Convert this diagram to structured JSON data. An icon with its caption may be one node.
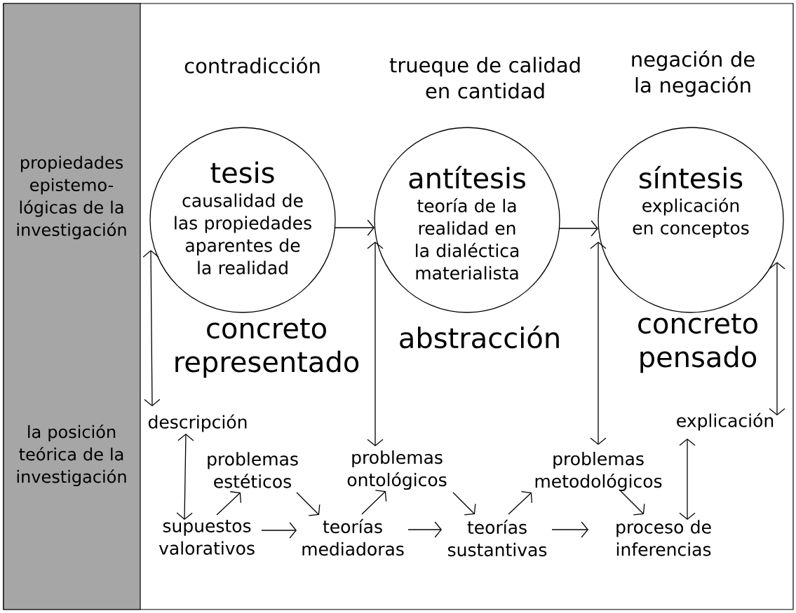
{
  "diagram": {
    "nodes": [
      {
        "text": [
          "propiedades epistemo- lógicas de la investigación",
          "la posición teórica de la investigación"
        ]
      },
      {
        "text": [
          "tesis",
          "causalidad de las propiedades aparentes de la realidad"
        ]
      },
      {
        "text": [
          "antítesis",
          "teoría de la realidad en la dialéctica materialista"
        ]
      },
      {
        "text": [
          "síntesis",
          "explicación en conceptos"
        ]
      },
      {
        "text": [
          "descripción"
        ]
      },
      {
        "text": [
          "explicación"
        ]
      },
      {
        "text": [
          "problemas estéticos"
        ]
      },
      {
        "text": [
          "problemas ontológicos"
        ]
      },
      {
        "text": [
          "problemas metodológicos"
        ]
      },
      {
        "text": [
          "supuestos valorativos"
        ]
      },
      {
        "text": [
          "teorías mediadoras"
        ]
      },
      {
        "text": [
          "teorías sustantivas"
        ]
      },
      {
        "text": [
          "proceso de inferencias"
        ]
      }
    ],
    "edges": [
      {
        "from": 1,
        "to": 2,
        "arrow": "to"
      },
      {
        "from": 2,
        "to": 3,
        "arrow": "to"
      },
      {
        "from": 1,
        "to": 4,
        "arrow": "both"
      },
      {
        "from": 2,
        "to": 7,
        "arrow": "both"
      },
      {
        "from": 3,
        "to": 8,
        "arrow": "both"
      },
      {
        "from": 3,
        "to": 5,
        "arrow": "both"
      },
      {
        "from": 4,
        "to": 9,
        "arrow": "both"
      },
      {
        "from": 9,
        "to": 6,
        "arrow": "to"
      },
      {
        "from": 6,
        "to": 10,
        "arrow": "to"
      },
      {
        "from": 10,
        "to": 7,
        "arrow": "to"
      },
      {
        "from": 7,
        "to": 11,
        "arrow": "to"
      },
      {
        "from": 11,
        "to": 8,
        "arrow": "to"
      },
      {
        "from": 8,
        "to": 12,
        "arrow": "to"
      },
      {
        "from": 5,
        "to": 12,
        "arrow": "both"
      },
      {
        "from": 9,
        "to": 10,
        "arrow": "to"
      },
      {
        "from": 10,
        "to": 11,
        "arrow": "to"
      },
      {
        "from": 11,
        "to": 12,
        "arrow": "to"
      }
    ],
    "labels": [
      "contradicción",
      "trueque de calidad en cantidad",
      "negación de la negación",
      "concreto representado",
      "abstracción",
      "concreto pensado"
    ]
  }
}
